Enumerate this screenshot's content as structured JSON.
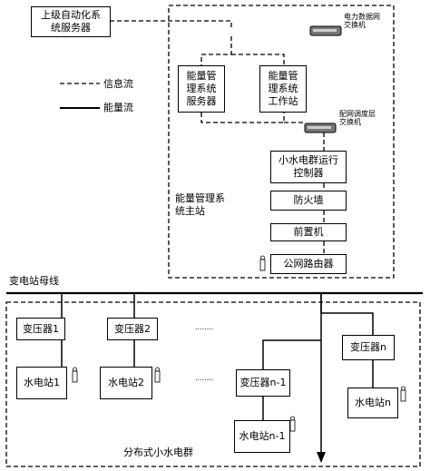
{
  "nodes": {
    "upper_server": "上级自动化系统服务器",
    "ems_server": "能量管理系统服务器",
    "ems_workstation": "能量管理系统工作站",
    "controller": "小水电群运行控制器",
    "firewall": "防火墙",
    "front_end": "前置机",
    "router": "公网路由器",
    "transformer_1": "变压器1",
    "transformer_2": "变压器2",
    "transformer_n1": "变压器n-1",
    "transformer_n": "变压器n",
    "station_1": "水电站1",
    "station_2": "水电站2",
    "station_n1": "水电站n-1",
    "station_n": "水电站n"
  },
  "labels": {
    "power_switch": "电力数据网交换机",
    "dispatch_switch": "配网调度层交换机",
    "main_station": "能量管理系统主站",
    "busbar": "变电站母线",
    "cluster": "分布式小水电群",
    "ellipsis_top": "........",
    "ellipsis_bottom": "........"
  },
  "legend": {
    "info_flow": "信息流",
    "energy_flow": "能量流"
  }
}
